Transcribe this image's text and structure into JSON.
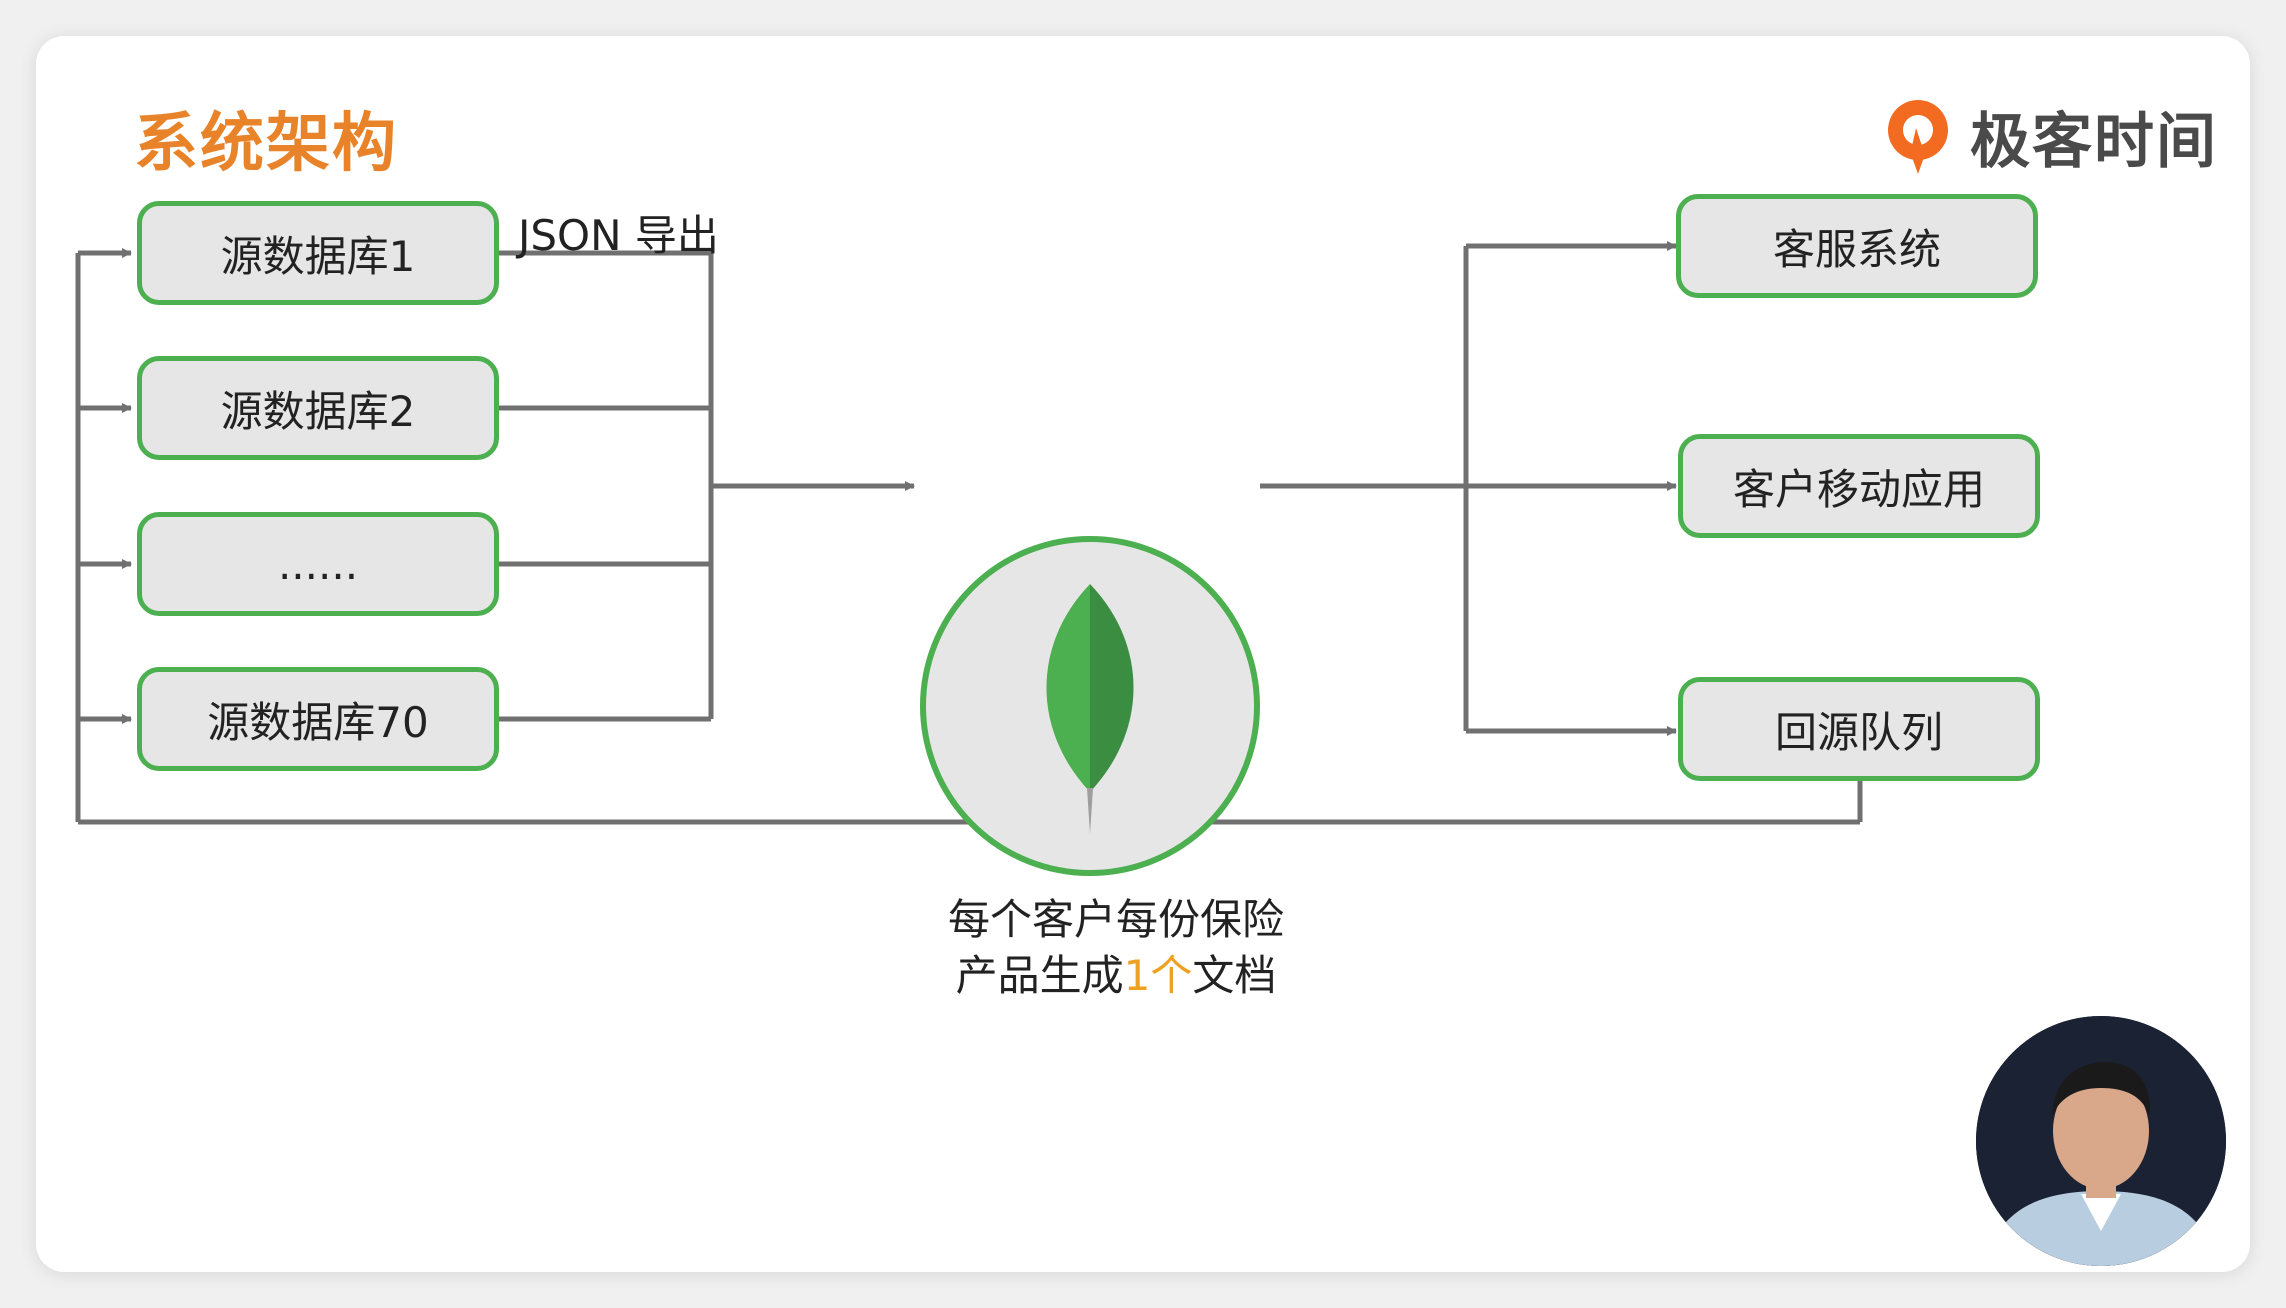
{
  "slide": {
    "title": "系统架构",
    "logo_text": "极客时间"
  },
  "sources": [
    {
      "label": "源数据库1"
    },
    {
      "label": "源数据库2"
    },
    {
      "label": "......"
    },
    {
      "label": "源数据库70"
    }
  ],
  "export_label": "JSON 导出",
  "hub": {
    "icon": "mongodb-leaf-icon",
    "caption_line1": "每个客户每份保险",
    "caption_line2_before": "产品生成",
    "caption_line2_highlight": "1个",
    "caption_line2_after": "文档"
  },
  "consumers": [
    {
      "label": "客服系统"
    },
    {
      "label": "客户移动应用"
    },
    {
      "label": "回源队列"
    }
  ],
  "colors": {
    "title": "#e8832a",
    "box_border": "#4caf50",
    "box_fill": "#e6e6e6",
    "connector": "#707070",
    "highlight": "#f0a020"
  }
}
